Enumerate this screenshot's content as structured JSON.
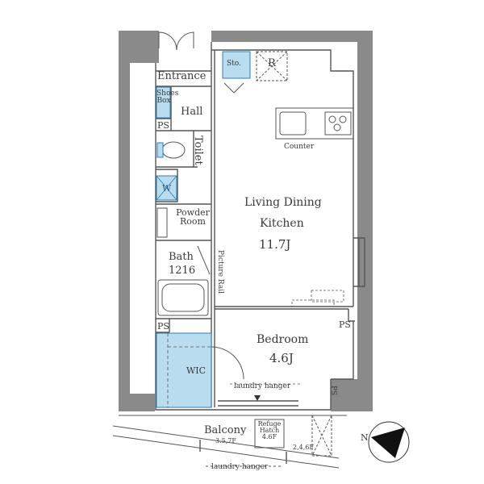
{
  "rooms": {
    "entrance": "Entrance",
    "shoes_box_line1": "Shoes",
    "shoes_box_line2": "Box",
    "hall": "Hall",
    "ps_top": "PS",
    "toilet": "Toilet",
    "washer": "W",
    "powder_line1": "Powder",
    "powder_line2": "Room",
    "bath_name": "Bath",
    "bath_size": "1216",
    "picture_rail": "Picture Rail",
    "ps_mid": "PS",
    "wic": "WIC",
    "storage": "Sto.",
    "refrigerator": "R",
    "counter": "Counter",
    "ldk_line1": "Living Dining",
    "ldk_line2": "Kitchen",
    "ldk_size": "11.7J",
    "ps_right": "PS",
    "bedroom_name": "Bedroom",
    "bedroom_size": "4.6J",
    "laundry_hanger_in": "laundry hanger",
    "ps_side": "PS",
    "balcony": "Balcony",
    "balcony_f1": "3.5,7F",
    "refuge_line1": "Refuge",
    "refuge_line2": "Hatch",
    "refuge_line3": "4.6F",
    "balcony_f2": "2,4,6F",
    "laundry_hanger_out": "laundry hanger",
    "compass": "N"
  },
  "colors": {
    "wall": "#8a8a8a",
    "line": "#555555",
    "blue_fill": "#b9dcef",
    "blue_line": "#2b7fb8"
  }
}
